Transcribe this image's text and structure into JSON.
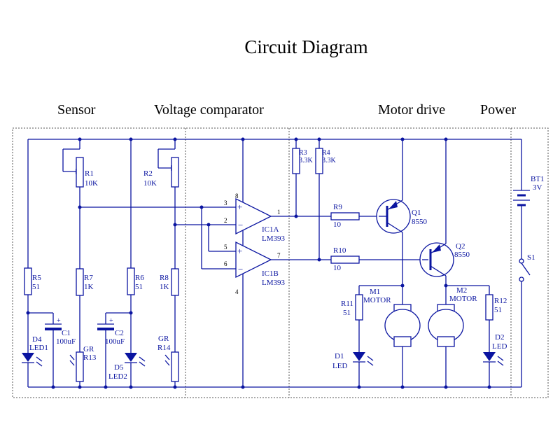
{
  "title": "Circuit Diagram",
  "sections": [
    "Sensor",
    "Voltage comparator",
    "Motor drive",
    "Power"
  ],
  "colors": {
    "wire": "#0a14a0",
    "text": "#000000",
    "frame": "#555555"
  },
  "components": {
    "r1": [
      "R1",
      "10K"
    ],
    "r2": [
      "R2",
      "10K"
    ],
    "r3": [
      "R3",
      "3.3K"
    ],
    "r4": [
      "R4",
      "3.3K"
    ],
    "r5": [
      "R5",
      "51"
    ],
    "r6": [
      "R6",
      "51"
    ],
    "r7": [
      "R7",
      "1K"
    ],
    "r8": [
      "R8",
      "1K"
    ],
    "r9": [
      "R9",
      "10"
    ],
    "r10": [
      "R10",
      "10"
    ],
    "r11": [
      "R11",
      "51"
    ],
    "r12": [
      "R12",
      "51"
    ],
    "r13": [
      "GR",
      "R13"
    ],
    "r14": [
      "GR",
      "R14"
    ],
    "c1": [
      "C1",
      "100uF"
    ],
    "c2": [
      "C2",
      "100uF"
    ],
    "d4": [
      "D4",
      "LED1"
    ],
    "d5": [
      "D5",
      "LED2"
    ],
    "d1": [
      "D1",
      "LED"
    ],
    "d2": [
      "D2",
      "LED"
    ],
    "ic1a": [
      "IC1A",
      "LM393"
    ],
    "ic1b": [
      "IC1B",
      "LM393"
    ],
    "q1": [
      "Q1",
      "8550"
    ],
    "q2": [
      "Q2",
      "8550"
    ],
    "m1": [
      "M1",
      "MOTOR"
    ],
    "m2": [
      "M2",
      "MOTOR"
    ],
    "bt1": [
      "BT1",
      "3V"
    ],
    "s1": "S1"
  },
  "pins": {
    "p8": "8",
    "p4": "4",
    "p3": "3",
    "p2": "2",
    "p5": "5",
    "p6": "6",
    "p1": "1",
    "p7": "7"
  }
}
